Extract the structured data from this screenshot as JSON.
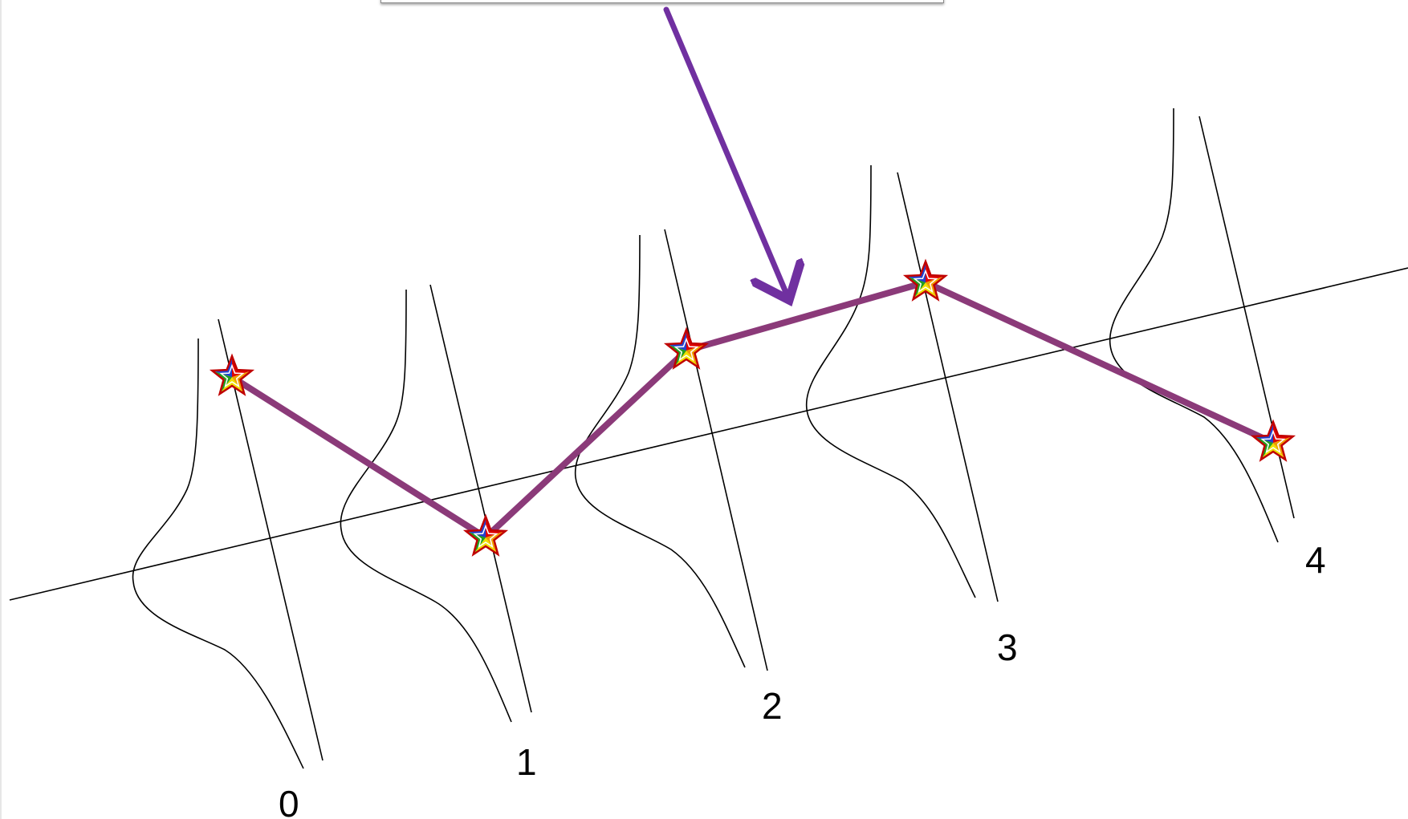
{
  "diagram": {
    "timesteps": [
      {
        "label": "0"
      },
      {
        "label": "1"
      },
      {
        "label": "2"
      },
      {
        "label": "3"
      },
      {
        "label": "4"
      }
    ],
    "colors": {
      "path": "#8b3a79",
      "arrow": "#7030a0",
      "lines": "#000000",
      "star_outline": "#c00000"
    },
    "star_colors": [
      "#e00000",
      "#f0a000",
      "#f0e000",
      "#20a020",
      "#2040d0",
      "#8020a0"
    ]
  }
}
